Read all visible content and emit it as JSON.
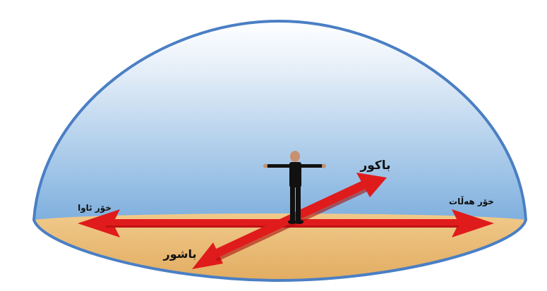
{
  "diagram": {
    "labels": {
      "east": "خۆر هەڵات",
      "west": "خۆر ئاوا",
      "north": "باکور",
      "south": "باشور"
    },
    "colors": {
      "sky_top": "#ffffff",
      "sky_bottom": "#7fb0de",
      "dome_outline": "#4a7fc4",
      "ground": "#e8b872",
      "ground_edge": "#f0c98a",
      "arrow": "#e01b1b",
      "arrow_dark": "#a80f0f",
      "person": "#111111"
    }
  }
}
